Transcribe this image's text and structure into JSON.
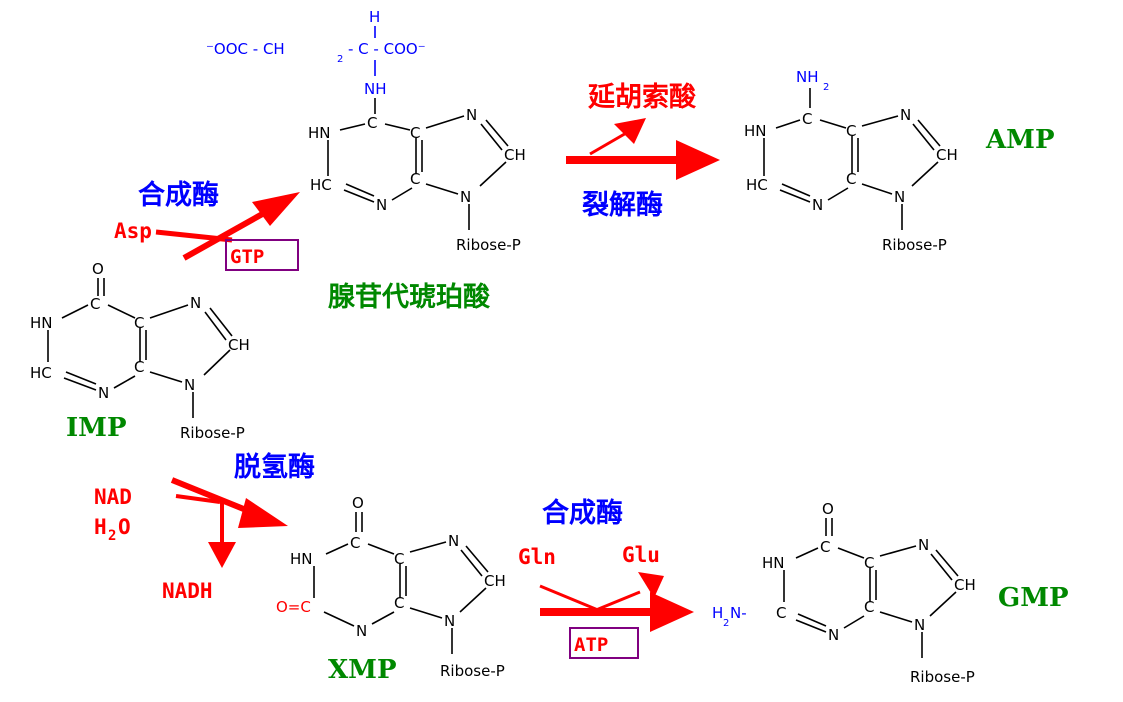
{
  "colors": {
    "red": "#ff0000",
    "blue": "#0000ff",
    "green": "#008800",
    "black": "#000000",
    "box": "#800080"
  },
  "compounds": {
    "imp": "IMP",
    "amp": "AMP",
    "xmp": "XMP",
    "gmp": "GMP",
    "adenylosuccinate": "腺苷代琥珀酸"
  },
  "enzymes": {
    "synthetase_top": "合成酶",
    "lyase": "裂解酶",
    "dehydrogenase": "脱氢酶",
    "synthetase_bottom": "合成酶"
  },
  "reagents": {
    "asp": "Asp",
    "gtp": "GTP",
    "fumarate": "延胡索酸",
    "nad": "NAD",
    "h2o_base": "H",
    "h2o_sub": "2",
    "h2o_tail": "O",
    "nadh": "NADH",
    "gln": "Gln",
    "glu": "Glu",
    "atp": "ATP"
  },
  "structure": {
    "ribose": "Ribose-P",
    "hn": "HN",
    "hc": "HC",
    "n": "N",
    "c": "C",
    "ch": "CH",
    "o": "O",
    "nh": "NH",
    "nh2_base": "NH",
    "nh2_sub": "2",
    "h2n_base": "H",
    "h2n_sub": "2",
    "h2n_tail": "N-",
    "keto_xmp": "O=C",
    "side_chain_left": "⁻OOC - CH",
    "side_chain_sub": "2",
    "side_chain_mid": "- C - COO⁻",
    "side_chain_h": "H"
  }
}
